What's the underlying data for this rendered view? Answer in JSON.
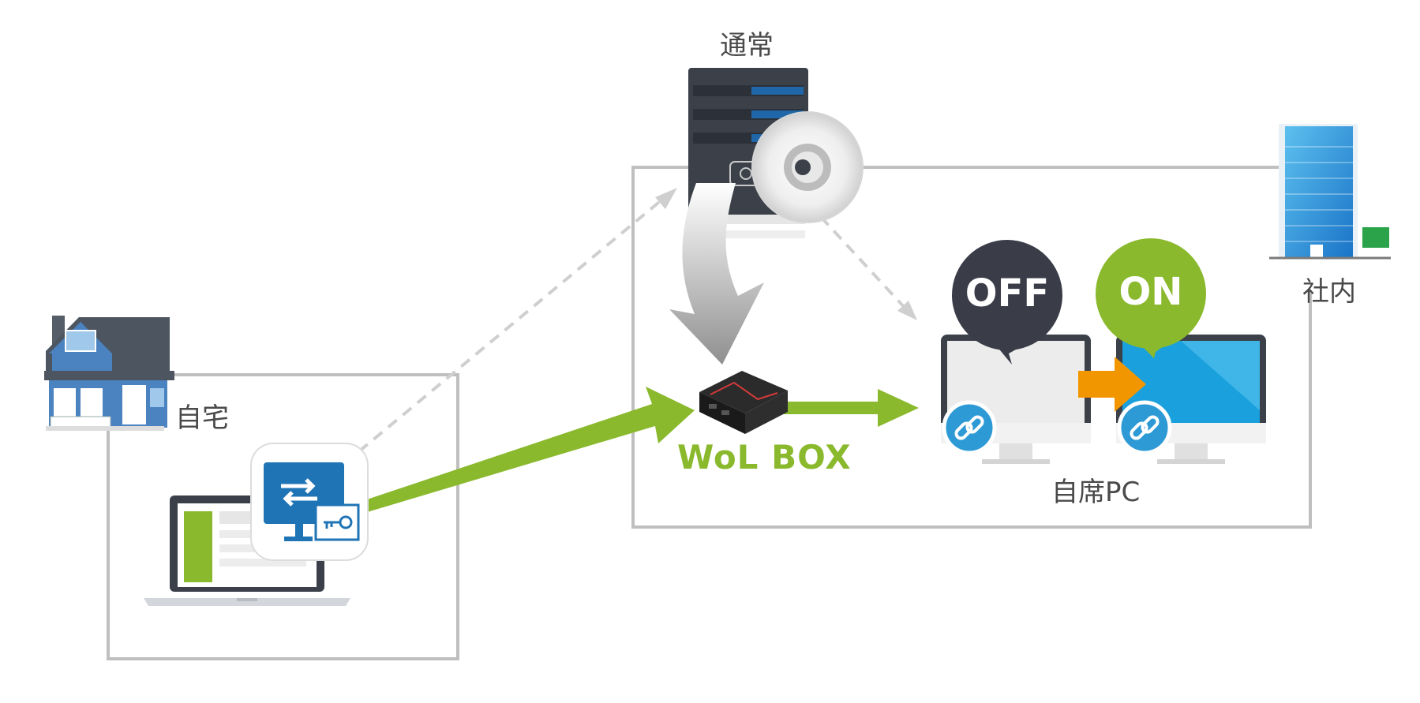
{
  "labels": {
    "normal": "通常",
    "home": "自宅",
    "office": "社内",
    "own_pc": "自席PC",
    "wol_box": "WoL BOX"
  },
  "status": {
    "off": "OFF",
    "on": "ON"
  },
  "colors": {
    "accent_green": "#8ab92d",
    "orange": "#f29600",
    "off_bubble": "#3a3d48",
    "on_bubble": "#8ab92d",
    "border": "#bfbfbf",
    "blue": "#1f74b5"
  },
  "icons": [
    "house-icon",
    "laptop-icon",
    "remote-app-icon",
    "server-icon",
    "disc-icon",
    "wol-box-device-icon",
    "monitor-off-icon",
    "monitor-on-icon",
    "link-icon",
    "office-building-icon"
  ]
}
